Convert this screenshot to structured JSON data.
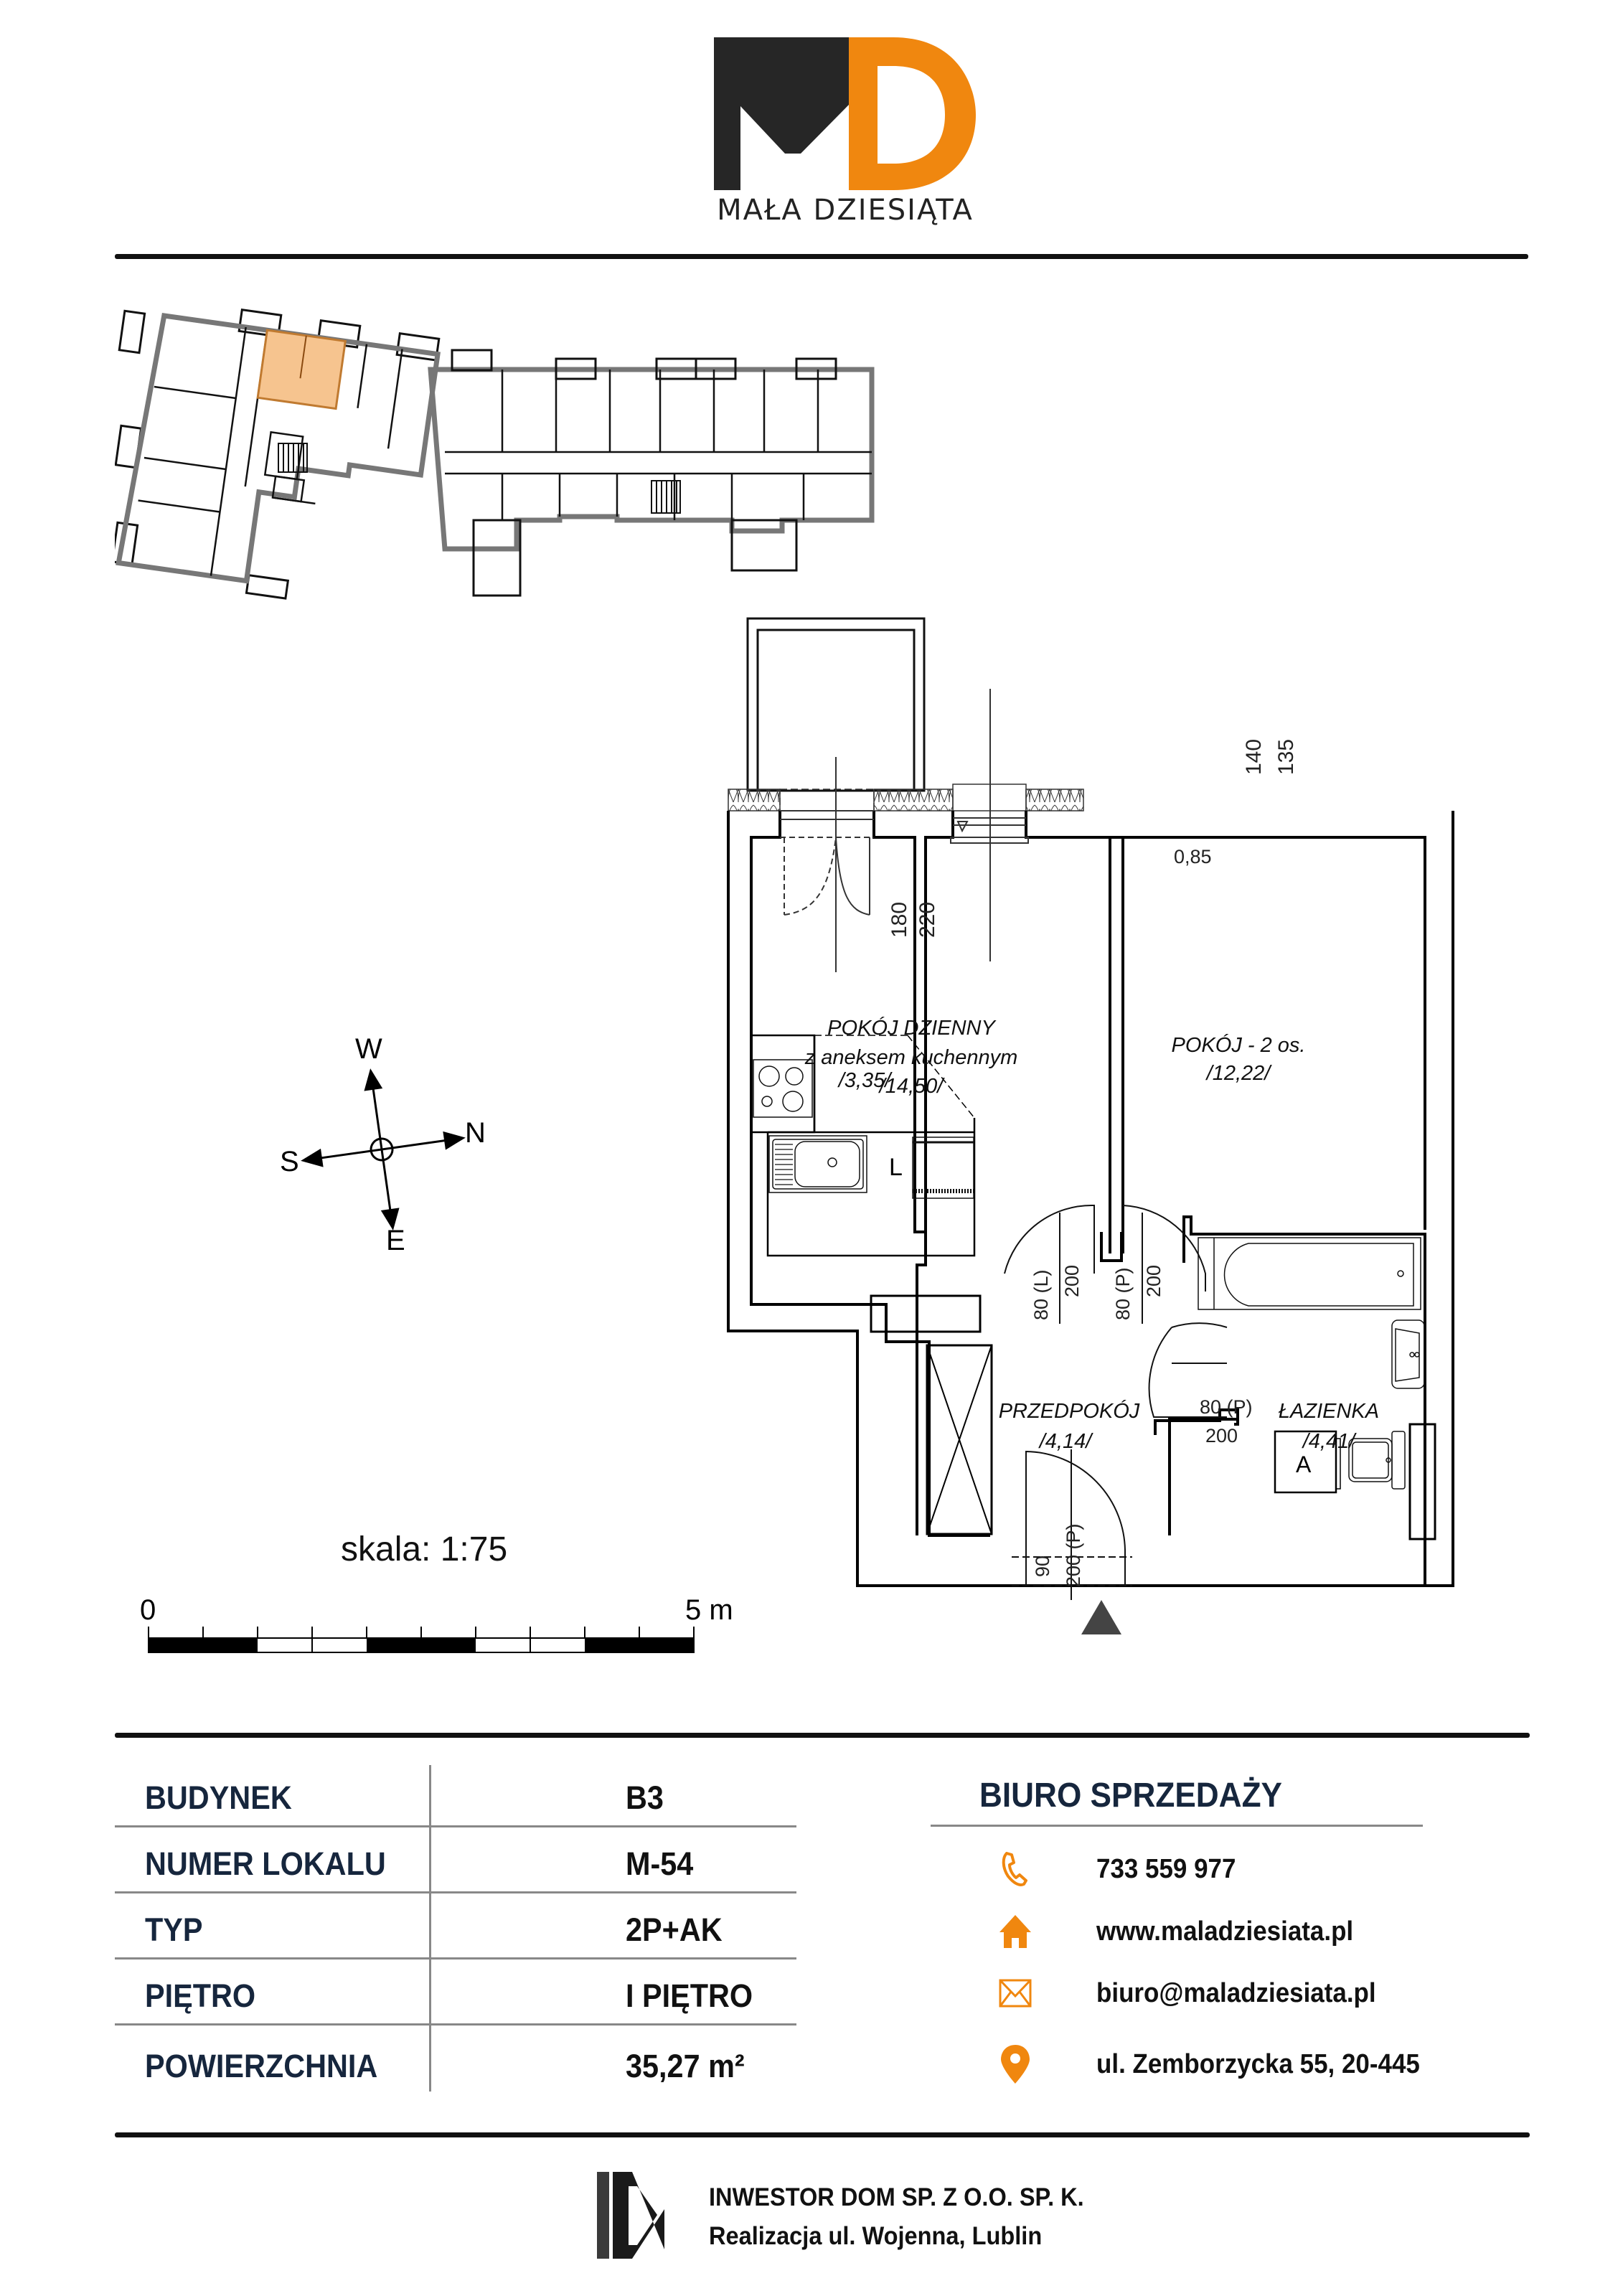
{
  "brand": {
    "name": "MAŁA DZIESIĄTA",
    "logo_letters": "MD",
    "colors": {
      "dark": "#262626",
      "accent": "#f0870f",
      "navy": "#16263d"
    }
  },
  "key_plan": {
    "highlighted_unit_color": "#f6c48f",
    "highlighted_unit": "M-54"
  },
  "compass": {
    "north": "N",
    "south": "S",
    "east": "E",
    "west": "W"
  },
  "scale": {
    "label": "skala: 1:75",
    "start": "0",
    "end": "5 m"
  },
  "floor_plan": {
    "rooms": [
      {
        "name": "POKÓJ DZIENNY",
        "subtitle": "z aneksem kuchennym",
        "area": "/14,50/"
      },
      {
        "name": "kitchen-annex",
        "area": "/3,35/"
      },
      {
        "name": "POKÓJ - 2 os.",
        "area": "/12,22/"
      },
      {
        "name": "PRZEDPOKÓJ",
        "area": "/4,14/"
      },
      {
        "name": "ŁAZIENKA",
        "area": "/4,41/"
      }
    ],
    "dimensions": {
      "balcony_door_1": "180",
      "balcony_door_2": "220",
      "window_1": "140",
      "window_2": "135",
      "sill_height": "0,85",
      "door_living_w": "80 (L)",
      "door_living_h": "200",
      "door_room_w": "80 (P)",
      "door_room_h": "200",
      "door_bath_w": "80 (P)",
      "door_bath_h": "200",
      "entry_door_w": "90",
      "entry_door_h": "200 (P)"
    },
    "fixture_labels": {
      "fridge": "L",
      "washer": "A"
    }
  },
  "info": {
    "rows": [
      {
        "label": "BUDYNEK",
        "value": "B3"
      },
      {
        "label": "NUMER LOKALU",
        "value": "M-54"
      },
      {
        "label": "TYP",
        "value": "2P+AK"
      },
      {
        "label": "PIĘTRO",
        "value": "I PIĘTRO"
      },
      {
        "label": "POWIERZCHNIA",
        "value": "35,27 m²"
      }
    ]
  },
  "sales_office": {
    "title": "BIURO SPRZEDAŻY",
    "contacts": [
      {
        "icon": "phone-icon",
        "text": "733 559 977"
      },
      {
        "icon": "home-icon",
        "text": "www.maladziesiata.pl"
      },
      {
        "icon": "mail-icon",
        "text": "biuro@maladziesiata.pl"
      },
      {
        "icon": "location-pin-icon",
        "text": "ul. Zemborzycka 55, 20-445"
      }
    ]
  },
  "footer": {
    "logo_letters": "ID",
    "company": "INWESTOR DOM SP. Z O.O. SP. K.",
    "project": "Realizacja ul. Wojenna, Lublin"
  }
}
